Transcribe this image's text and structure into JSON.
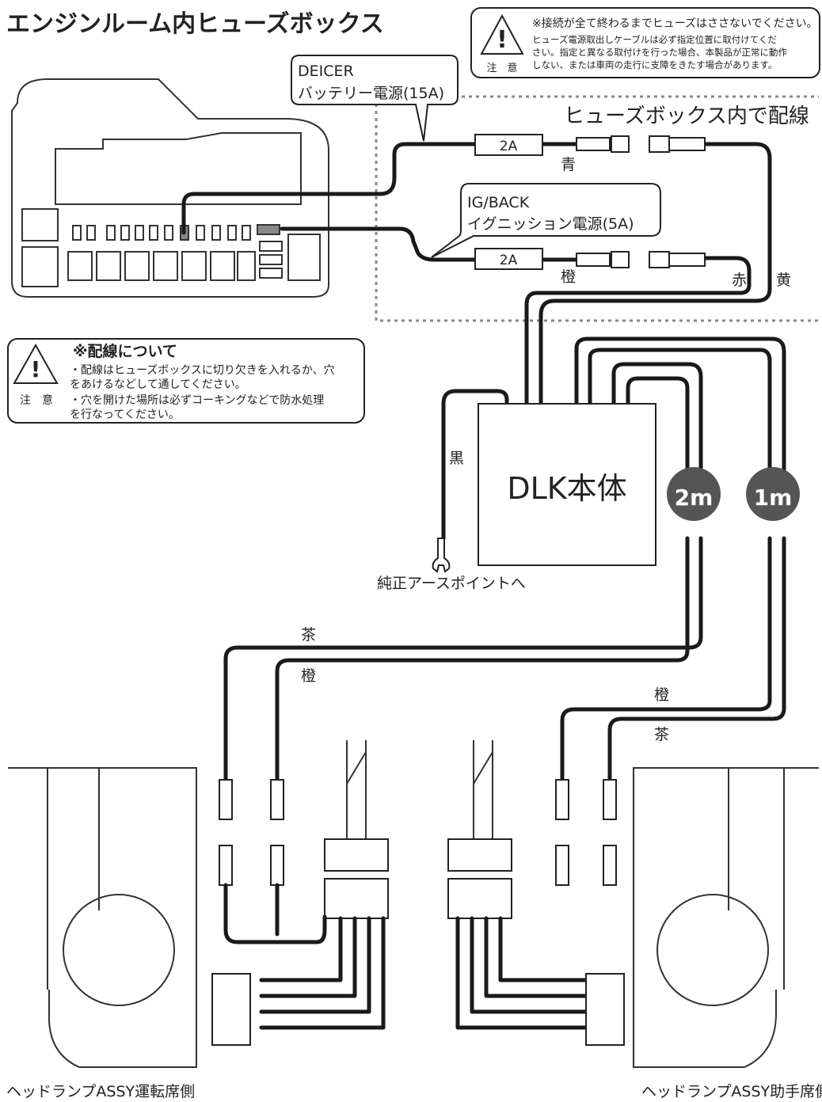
{
  "title": "エンジンルーム内ヒューズボックス",
  "caution_top": {
    "line1": "※接続が全て終わるまでヒューズはささないでください。",
    "line2": "ヒューズ電源取出しケーブルは必ず指定位置に取付けてくだ",
    "line3": "さい。指定と異なる取付けを行った場合、本製品が正常に動作",
    "line4": "しない、または車両の走行に支障をきたす場合があります。",
    "label": "注　意"
  },
  "deicer": {
    "line1": "DEICER",
    "line2": "バッテリー電源(15A)"
  },
  "igback": {
    "line1": "IG/BACK",
    "line2": "イグニッション電源(5A)"
  },
  "fusebox_label": "ヒューズボックス内で配線",
  "fuse_top": "2A",
  "fuse_bottom": "2A",
  "colors_wire": {
    "blue": "青",
    "orange1": "橙",
    "red": "赤",
    "yellow": "黄",
    "black": "黒",
    "brown_left": "茶",
    "orange_left": "橙",
    "orange_right": "橙",
    "brown_right": "茶"
  },
  "caution_wiring": {
    "title": "※配線について",
    "line1": "・配線はヒューズボックスに切り欠きを入れるか、穴",
    "line2": "をあけるなどして通してください。",
    "line3": "・穴を開けた場所は必ずコーキングなどで防水処理",
    "line4": "を行なってください。",
    "label": "注　意"
  },
  "dlk_label": "DLK本体",
  "len_2m": "2m",
  "len_1m": "1m",
  "ground_label": "純正アースポイントへ",
  "left_headlamp": "ヘッドランプASSY運転席側",
  "right_headlamp": "ヘッドランプASSY助手席側"
}
